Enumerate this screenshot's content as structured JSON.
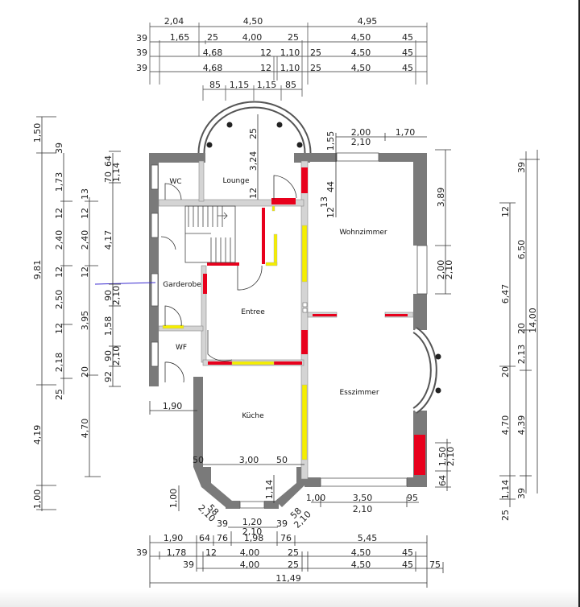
{
  "plan": {
    "type": "floor_plan",
    "language": "German",
    "rooms": [
      {
        "id": "wc",
        "label": "WC"
      },
      {
        "id": "lounge",
        "label": "Lounge"
      },
      {
        "id": "wohnzimmer",
        "label": "Wohnzimmer"
      },
      {
        "id": "garderobe",
        "label": "Garderobe"
      },
      {
        "id": "entree",
        "label": "Entree"
      },
      {
        "id": "wf",
        "label": "WF"
      },
      {
        "id": "esszimmer",
        "label": "Esszimmer"
      },
      {
        "id": "kueche",
        "label": "Küche"
      }
    ],
    "colors": {
      "wall": "#7a7a7a",
      "inner_wall": "#d4d4d4",
      "demolish": "#e8001c",
      "new_build": "#f5ee00",
      "dim_line": "#333333",
      "marker_line": "#3a2bd0"
    },
    "dimensions": {
      "top": {
        "row1": [
          "2,04",
          "4,50",
          "4,95"
        ],
        "row2": [
          "39",
          "1,65",
          "25",
          "4,00",
          "25",
          "4,50",
          "45"
        ],
        "row3": [
          "39",
          "4,68",
          "12",
          "1,10",
          "25",
          "4,50",
          "45"
        ],
        "row4": [
          "39",
          "4,68",
          "12",
          "1,10",
          "25",
          "4,50",
          "45"
        ],
        "row5": [
          "85",
          "1,15",
          "1,15",
          "85"
        ]
      },
      "lounge": [
        "25",
        "3,24",
        "12"
      ],
      "wohnzimmer_top": [
        "1,55",
        "2,00",
        "2,10",
        "1,70",
        "44",
        "13",
        "12"
      ],
      "left": {
        "col1": [
          "1,50",
          "9,81",
          "4,19",
          "1,00"
        ],
        "col2": [
          "39",
          "1,73",
          "12",
          "2,40",
          "12",
          "2,50",
          "12",
          "2,18",
          "25"
        ],
        "col3": [
          "13",
          "12",
          "2,40",
          "12",
          "3,95",
          "20",
          "4,70"
        ],
        "col4": [
          "64",
          "70",
          "1,14",
          "4,17",
          "90",
          "2,10",
          "1,58",
          "90",
          "2,10",
          "92"
        ]
      },
      "right": {
        "col1": [
          "3,89",
          "2,00",
          "2,10"
        ],
        "col2": [
          "12",
          "6,47",
          "20",
          "4,70",
          "1,14",
          "25"
        ],
        "col3": [
          "39",
          "6,50",
          "20",
          "2,13",
          "4,39",
          "39"
        ],
        "col4": [
          "14,00"
        ],
        "esszimmer": [
          "1,50",
          "2,10",
          "64"
        ]
      },
      "wf_width": "1,90",
      "kitchen": [
        "50",
        "3,00",
        "50",
        "1,14",
        "1,00",
        "58",
        "2,10",
        "39",
        "1,20",
        "2,10",
        "39",
        "58",
        "2,10"
      ],
      "esszimmer_bottom": [
        "1,00",
        "3,50",
        "2,10",
        "95"
      ],
      "bottom": {
        "row1": [
          "1,90",
          "64",
          "76",
          "1,98",
          "76",
          "5,45"
        ],
        "row2": [
          "39",
          "1,78",
          "12",
          "4,00",
          "25",
          "4,50",
          "45"
        ],
        "row3": [
          "39",
          "4,00",
          "25",
          "4,50",
          "45",
          "75"
        ],
        "total": "11,49"
      }
    }
  }
}
